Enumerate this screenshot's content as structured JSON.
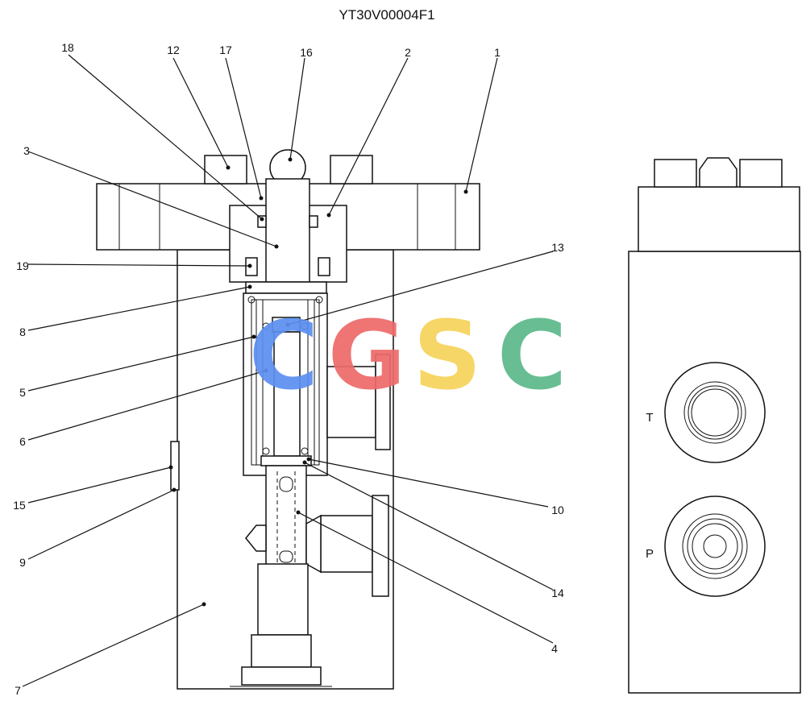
{
  "title": "YT30V00004F1",
  "ports": {
    "tank": "T",
    "pressure": "P"
  },
  "watermark": {
    "letters": [
      "C",
      "G",
      "S",
      "C"
    ],
    "colors": [
      "#5b8ff0",
      "#ee6a6a",
      "#f6d35a",
      "#5cb88a"
    ]
  },
  "callouts": [
    "1",
    "2",
    "3",
    "4",
    "5",
    "6",
    "7",
    "8",
    "9",
    "10",
    "12",
    "13",
    "14",
    "15",
    "16",
    "17",
    "18",
    "19"
  ]
}
